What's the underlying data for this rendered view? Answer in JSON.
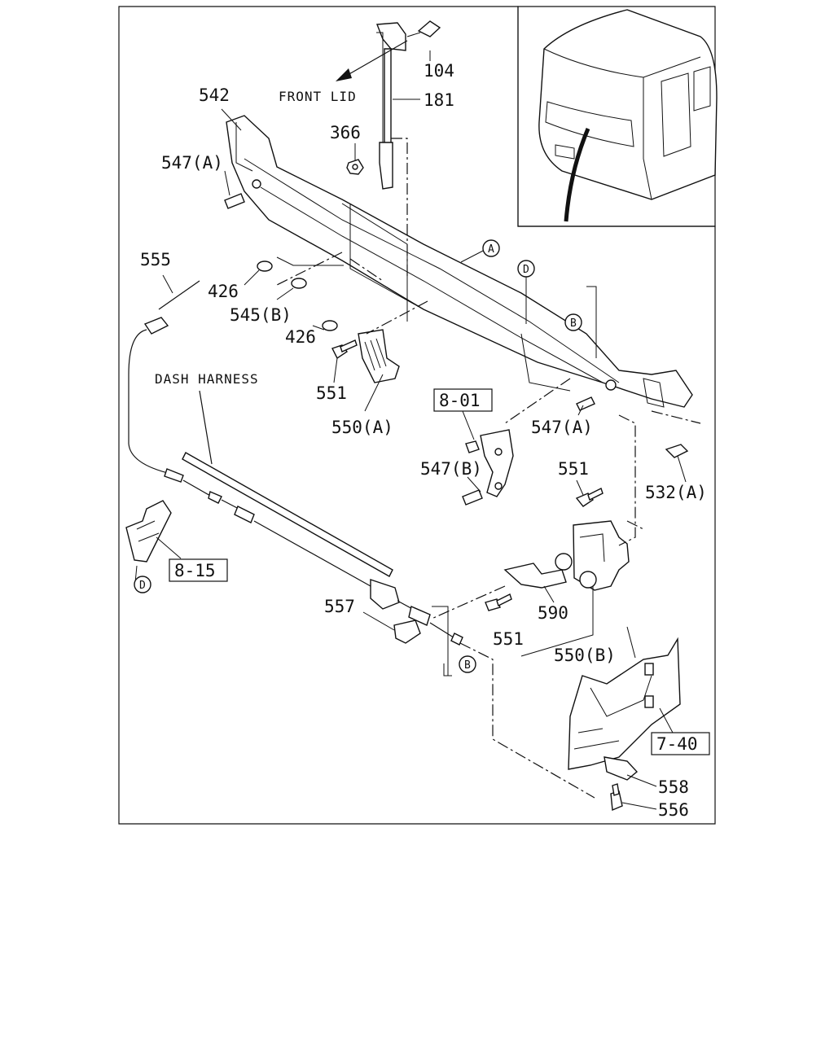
{
  "diagram": {
    "labels": {
      "p104": "104",
      "p181": "181",
      "p542": "542",
      "p366": "366",
      "p547a_top": "547(A)",
      "p555": "555",
      "p426_a": "426",
      "p545b": "545(B)",
      "p426_b": "426",
      "p551_left": "551",
      "p550a": "550(A)",
      "p801": "8-01",
      "p547a_right": "547(A)",
      "p547b": "547(B)",
      "p551_mid": "551",
      "p532a": "532(A)",
      "p815": "8-15",
      "p557": "557",
      "p590": "590",
      "p551_low": "551",
      "p550b": "550(B)",
      "p740": "7-40",
      "p558": "558",
      "p556": "556",
      "front_lid": "FRONT LID",
      "dash_harness": "DASH HARNESS"
    },
    "markers": {
      "A": "A",
      "B_upper": "B",
      "B_lower": "B",
      "D_upper": "D",
      "D_lower": "D"
    }
  }
}
